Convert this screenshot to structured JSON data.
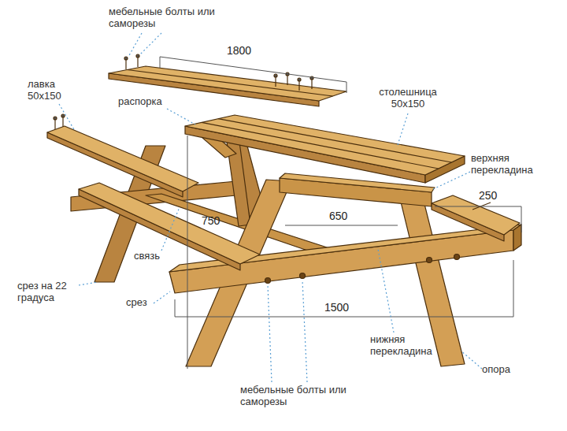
{
  "diagram": {
    "labels": [
      "мебельные болты или саморезы",
      "1800",
      "лавка 50х150",
      "распорка",
      "столешница 50х150",
      "верхняя перекладина",
      "750",
      "650",
      "250",
      "связь",
      "срез на 22 градуса",
      "срез",
      "1500",
      "нижняя перекладина",
      "опора",
      "мебельные болты или саморезы"
    ]
  }
}
